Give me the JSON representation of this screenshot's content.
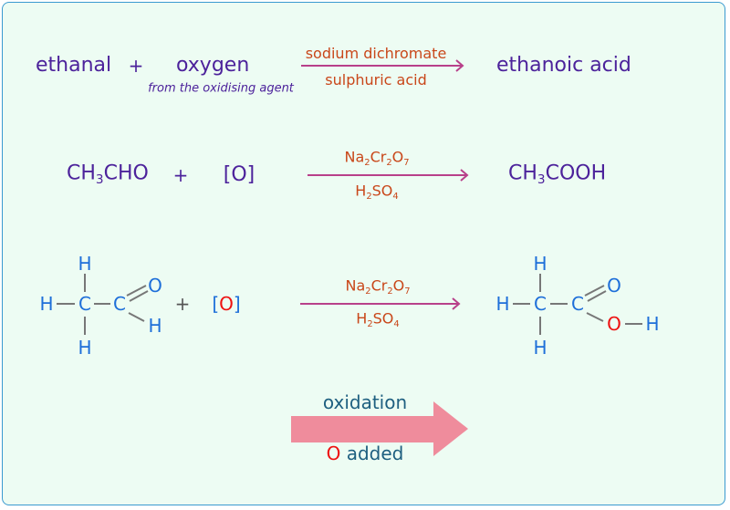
{
  "word_equation": {
    "reactant1": "ethanal",
    "plus": "+",
    "reactant2": "oxygen",
    "note": "from the oxidising agent",
    "reagent_top": "sodium dichromate",
    "reagent_bottom": "sulphuric acid",
    "product": "ethanoic acid"
  },
  "formula_equation": {
    "reactant1": {
      "a": "CH",
      "sub": "3",
      "b": "CHO"
    },
    "plus": "+",
    "reactant2": "[O]",
    "reagent_top": {
      "a": "Na",
      "s1": "2",
      "b": "Cr",
      "s2": "2",
      "c": "O",
      "s3": "7"
    },
    "reagent_bottom": {
      "a": "H",
      "s1": "2",
      "b": "SO",
      "s2": "4"
    },
    "product": {
      "a": "CH",
      "sub": "3",
      "b": "COOH"
    }
  },
  "structural_equation": {
    "ethanal_atoms": {
      "h_top": "H",
      "h_left": "H",
      "c1": "C",
      "h_bottom": "H",
      "c2": "C",
      "o": "O",
      "h_right": "H"
    },
    "plus": "+",
    "oxygen": {
      "open": "[",
      "o": "O",
      "close": "]"
    },
    "reagent_top": {
      "a": "Na",
      "s1": "2",
      "b": "Cr",
      "s2": "2",
      "c": "O",
      "s3": "7"
    },
    "reagent_bottom": {
      "a": "H",
      "s1": "2",
      "b": "SO",
      "s2": "4"
    },
    "acid_atoms": {
      "h_top": "H",
      "h_left": "H",
      "c1": "C",
      "h_bottom": "H",
      "c2": "C",
      "o_double": "O",
      "o_single": "O",
      "h_oh": "H"
    }
  },
  "summary": {
    "label": "oxidation",
    "o": "O",
    "added": " added"
  },
  "colors": {
    "compound": "#4c229b",
    "reagent": "#c9471a",
    "reaction_arrow": "#b8408a",
    "atom": "#1e6fd9",
    "oxygen_highlight": "#ee1111",
    "summary_arrow": "#ef8c9c",
    "summary_text": "#1e5f80"
  }
}
